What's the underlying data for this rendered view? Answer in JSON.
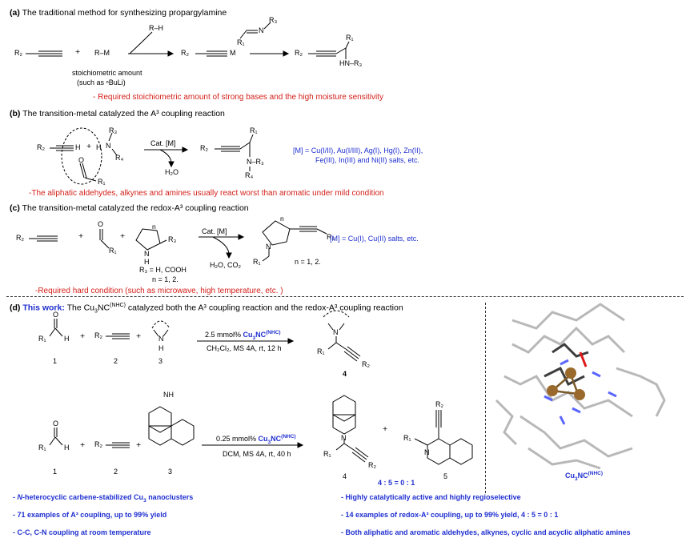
{
  "sections": {
    "a": {
      "label": "(a)",
      "title": "The traditional method for synthesizing propargylamine",
      "reagent_top": "R–H",
      "reactant1": "R₂",
      "reactant2": "R–M",
      "intermediate_left": "R₂",
      "intermediate_right": "M",
      "imine_n": "N",
      "imine_r3": "R₃",
      "imine_r1": "R₁",
      "product_r2": "R₂",
      "product_r1": "R₁",
      "product_nh": "HN–R₃",
      "note1": "stoichiometric amount",
      "note2": "(such as ⁿBuLi)",
      "limitation": "- Required stoichiometric amount of  strong bases and the high moisture sensitivity"
    },
    "b": {
      "label": "(b)",
      "title": "The transition-metal catalyzed the A³ coupling reaction",
      "r2": "R₂",
      "h": "H",
      "n": "N",
      "r3": "R₃",
      "r4": "R₄",
      "o": "O",
      "r1": "R₁",
      "catalyst": "Cat. [M]",
      "byproduct": "H₂O",
      "prod_r2": "R₂",
      "prod_r1": "R₁",
      "prod_n": "N–R₃",
      "prod_r4": "R₄",
      "metals_line1": "[M] =  Cu(I/II), Au(I/III), Ag(I), Hg(I), Zn(II),",
      "metals_line2": "Fe(III), In(III) and Ni(II) salts, etc.",
      "limitation": "-The aliphatic aldehydes, alkynes and amines usually react worst than aromatic under mild condition"
    },
    "c": {
      "label": "(c)",
      "title": "The transition-metal catalyzed the redox-A³ coupling reaction",
      "r2": "R₂",
      "o": "O",
      "r1": "R₁",
      "n_label": "n",
      "nh": "N",
      "h": "H",
      "r3": "R₃",
      "r3_def": "R₃ = H, COOH",
      "n_def": "n = 1, 2.",
      "catalyst": "Cat. [M]",
      "byproduct": "H₂O, CO₂",
      "prod_n": "N",
      "prod_r2": "R₂",
      "prod_r1": "R₁",
      "prod_n_def": "n = 1, 2.",
      "metals": "[M] =  Cu(I), Cu(II) salts, etc.",
      "limitation": "-Required hard condition (such as microwave, high temperature, etc. )"
    },
    "d": {
      "label": "(d)",
      "this_work": "This work:",
      "title_a": " The Cu",
      "title_b": "3",
      "title_c": "NC",
      "title_d": "(NHC)",
      "title_e": " catalyzed both the A³ coupling reaction and the redox-A³ coupling reaction",
      "row1": {
        "o": "O",
        "r1": "R₁",
        "h": "H",
        "r2": "R₂",
        "n": "N",
        "nh": "H",
        "num1": "1",
        "num2": "2",
        "num3": "3",
        "cond1_a": "2.5 mmol% ",
        "cond1_b": "Cu",
        "cond1_c": "3",
        "cond1_d": "NC",
        "cond1_e": "(NHC)",
        "cond2": "CH₂Cl₂, MS 4A, rt, 12 h",
        "prod_n": "N",
        "prod_r1": "R₁",
        "prod_r2": "R₂",
        "prod_num": "4"
      },
      "row2": {
        "o": "O",
        "r1": "R₁",
        "h": "H",
        "r2": "R₂",
        "nh": "NH",
        "num1": "1",
        "num2": "2",
        "num3": "3",
        "cond1_a": "0.25 mmol% ",
        "cond1_b": "Cu",
        "cond1_c": "3",
        "cond1_d": "NC",
        "cond1_e": "(NHC)",
        "cond2": "DCM, MS 4A, rt, 40 h",
        "prod4_n": "N",
        "prod4_r1": "R₁",
        "prod4_r2": "R₂",
        "prod4_num": "4",
        "prod5_n": "N",
        "prod5_r1": "R₁",
        "prod5_r2": "R₂",
        "prod5_num": "5",
        "ratio": "4 : 5 = 0 : 1"
      },
      "structure_label_a": "Cu",
      "structure_label_b": "3",
      "structure_label_c": "NC",
      "structure_label_d": "(NHC)",
      "highlights": {
        "h1_a": "- ",
        "h1_b": "N",
        "h1_c": "-heterocyclic carbene-stabilized Cu",
        "h1_d": "3",
        "h1_e": " nanoclusters",
        "h2": "- 71 examples of A³ coupling, up to 99% yield",
        "h3": "- C-C, C-N coupling at room temperature",
        "h4": "-  Highly catalytically active and highly regioselective",
        "h5": "- 14 examples of redox-A³ coupling, up to 99% yield, 4 : 5 = 0 : 1",
        "h6": "- Both aliphatic and aromatic aldehydes, alkynes, cyclic and acyclic aliphatic amines"
      }
    }
  },
  "colors": {
    "red": "#d4201a",
    "blue": "#1f2fd0",
    "copper": "#9a6a2c"
  }
}
